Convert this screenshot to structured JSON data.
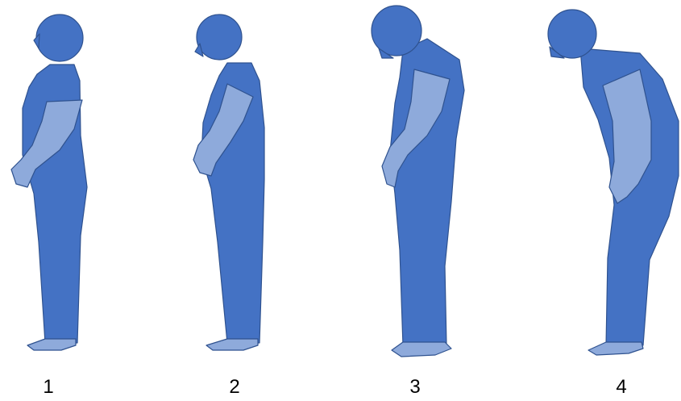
{
  "colors": {
    "body": "#4472c4",
    "limb": "#8eaadb",
    "outline": "#2f528f"
  },
  "figures": [
    {
      "label": "1",
      "posture": "upright"
    },
    {
      "label": "2",
      "posture": "slight-forward-lean"
    },
    {
      "label": "3",
      "posture": "moderate-forward-bend"
    },
    {
      "label": "4",
      "posture": "severe-forward-bend"
    }
  ]
}
